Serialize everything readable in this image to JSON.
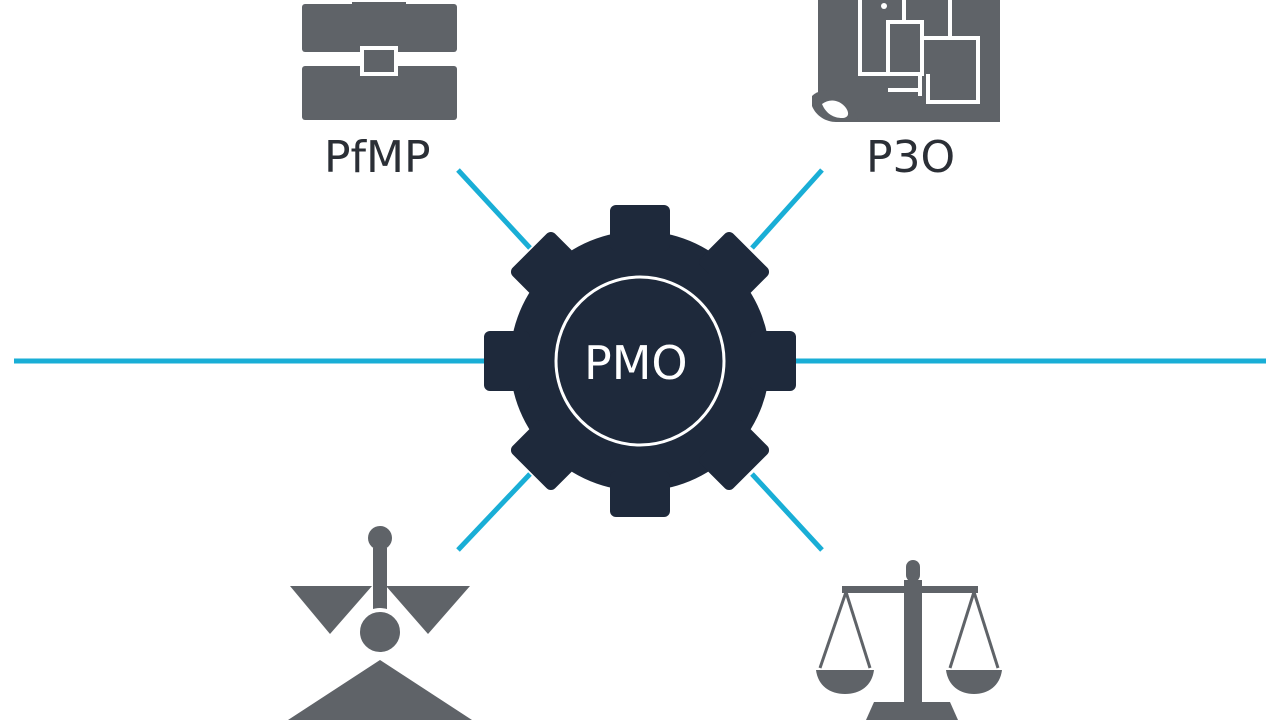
{
  "diagram": {
    "center": {
      "label": "PMO",
      "shape": "gear-icon"
    },
    "nodes": [
      {
        "label": "PfMP",
        "icon": "briefcase-icon"
      },
      {
        "label": "P3O",
        "icon": "blueprint-icon"
      },
      {
        "label": "",
        "icon": "lever-fulcrum-icon"
      },
      {
        "label": "",
        "icon": "scales-icon"
      }
    ]
  },
  "colors": {
    "connector": "#19aed6",
    "gear": "#1e293b",
    "icon": "#5f6368",
    "text": "#2b2f36",
    "background": "#ffffff"
  }
}
